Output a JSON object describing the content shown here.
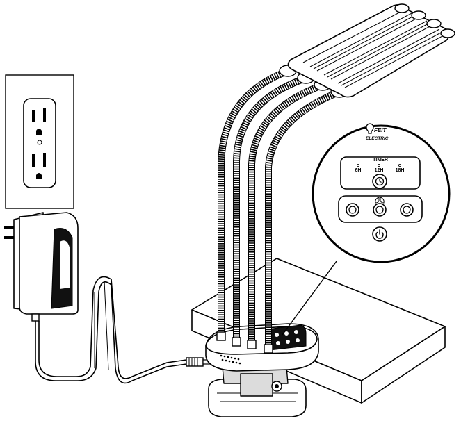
{
  "brand": {
    "logo_line1": "FEIT",
    "logo_line2": "ELECTRIC"
  },
  "control_panel": {
    "timer_title": "TIMER",
    "timer_options": [
      "6H",
      "12H",
      "18H"
    ]
  },
  "icons": {
    "timer": "clock-icon",
    "spectrum": "leaf-icon",
    "power": "power-icon"
  }
}
